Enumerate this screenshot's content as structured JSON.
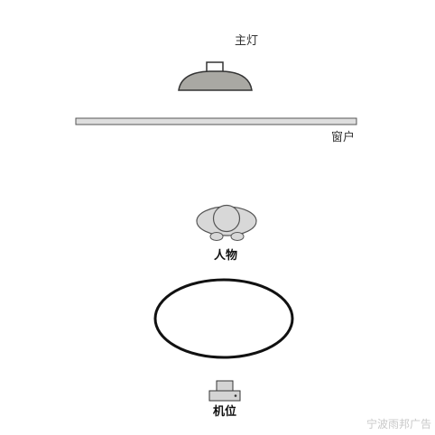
{
  "labels": {
    "main_light": "主灯",
    "window": "窗户",
    "subject": "人物",
    "camera": "机位"
  },
  "watermark": "宁波雨邦广告",
  "colors": {
    "light_fill": "#a9a8a3",
    "window_fill": "#dedede",
    "subject_fill": "#d8d8d8",
    "camera_fill": "#d4d4d4",
    "outline": "#333333"
  },
  "icons": {
    "main_light": "lamp-icon",
    "window": "window-bar-icon",
    "subject": "person-topview-icon",
    "camera": "camera-icon"
  }
}
